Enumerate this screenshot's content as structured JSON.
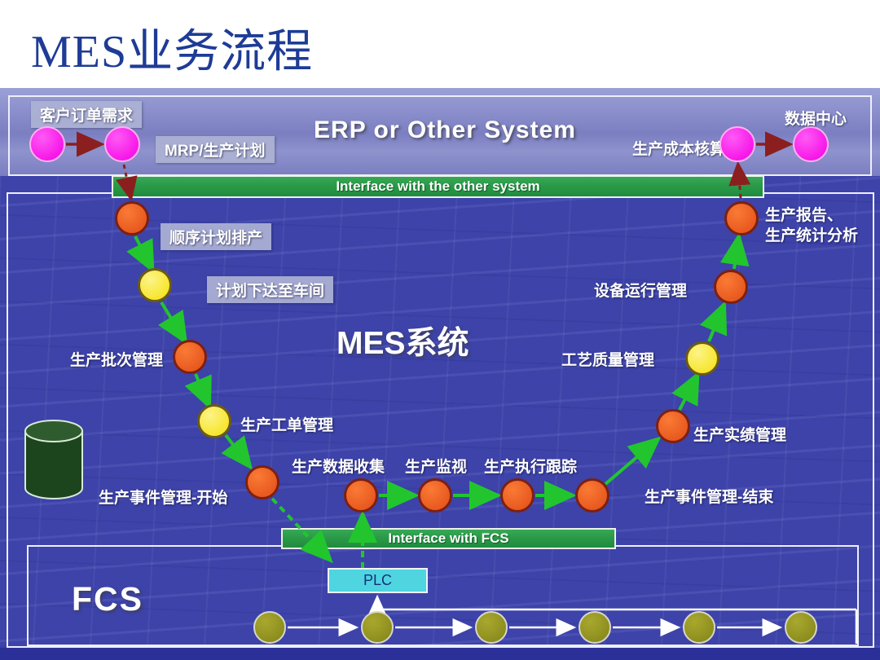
{
  "slide": {
    "title": "MES业务流程"
  },
  "erp": {
    "title": "ERP or Other System",
    "customer_order_label": "客户订单需求",
    "mrp_label": "MRP/生产计划",
    "cost_accounting_label": "生产成本核算",
    "data_center_label": "数据中心"
  },
  "interface_top": {
    "label": "Interface with the other system"
  },
  "mes": {
    "title": "MES系统",
    "nodes": [
      {
        "label": "顺序计划排产",
        "color": "orange"
      },
      {
        "label": "计划下达至车间",
        "color": "yellow"
      },
      {
        "label": "生产批次管理",
        "color": "orange"
      },
      {
        "label": "生产工单管理",
        "color": "yellow"
      },
      {
        "label": "生产事件管理-开始",
        "color": "orange"
      },
      {
        "label": "生产数据收集",
        "color": "orange"
      },
      {
        "label": "生产监视",
        "color": "orange"
      },
      {
        "label": "生产执行跟踪",
        "color": "orange"
      },
      {
        "label": "生产事件管理-结束",
        "color": "orange"
      },
      {
        "label": "生产实绩管理",
        "color": "orange"
      },
      {
        "label": "工艺质量管理",
        "color": "yellow"
      },
      {
        "label": "设备运行管理",
        "color": "orange"
      },
      {
        "label": "生产报告、",
        "label2": "生产统计分析",
        "color": "orange"
      }
    ]
  },
  "interface_bottom": {
    "label": "Interface with FCS"
  },
  "fcs": {
    "title": "FCS",
    "plc_label": "PLC",
    "device_count": 6
  },
  "colors": {
    "title_text": "#1e3c96",
    "erp_panel": "#8a8ecb",
    "mes_panel": "#3d43a9",
    "interface_bar_green": "#2a9a48",
    "node_orange": "#e8591f",
    "node_yellow": "#f6e62e",
    "node_magenta": "#f716e8",
    "node_device_olive": "#8c8c1e",
    "plc_cyan": "#4fd5e0",
    "arrow_green": "#22c52e",
    "arrow_dark_red": "#8b1f1f",
    "database_cylinder_green": "#1d451d"
  }
}
